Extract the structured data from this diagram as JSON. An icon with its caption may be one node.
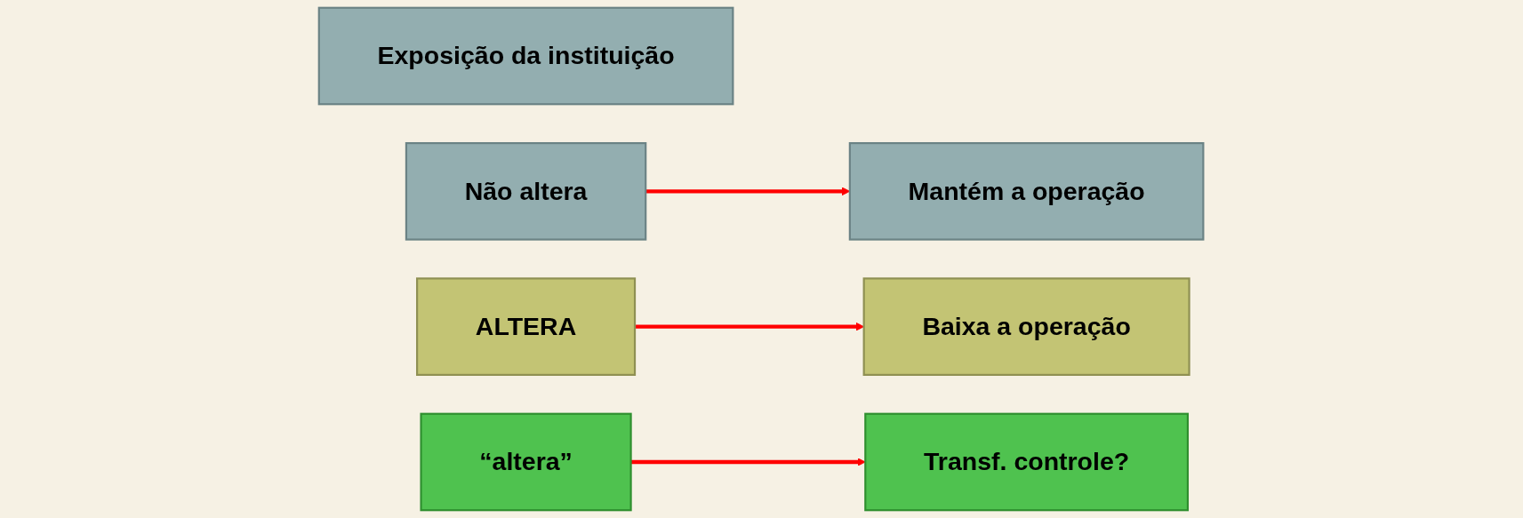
{
  "diagram": {
    "nodes": [
      {
        "text": [
          "Exposição da instituição"
        ]
      },
      {
        "text": [
          "Não altera"
        ]
      },
      {
        "text": [
          "ALTERA"
        ]
      },
      {
        "text": [
          "“altera”"
        ]
      },
      {
        "text": [
          "Mantém a operação"
        ]
      },
      {
        "text": [
          "Baixa a operação"
        ]
      },
      {
        "text": [
          "Transf. controle?"
        ]
      }
    ],
    "edges": [
      {
        "from": 1,
        "to": 4,
        "arrow": "to"
      },
      {
        "from": 2,
        "to": 5,
        "arrow": "to"
      },
      {
        "from": 3,
        "to": 6,
        "arrow": "to"
      }
    ]
  }
}
